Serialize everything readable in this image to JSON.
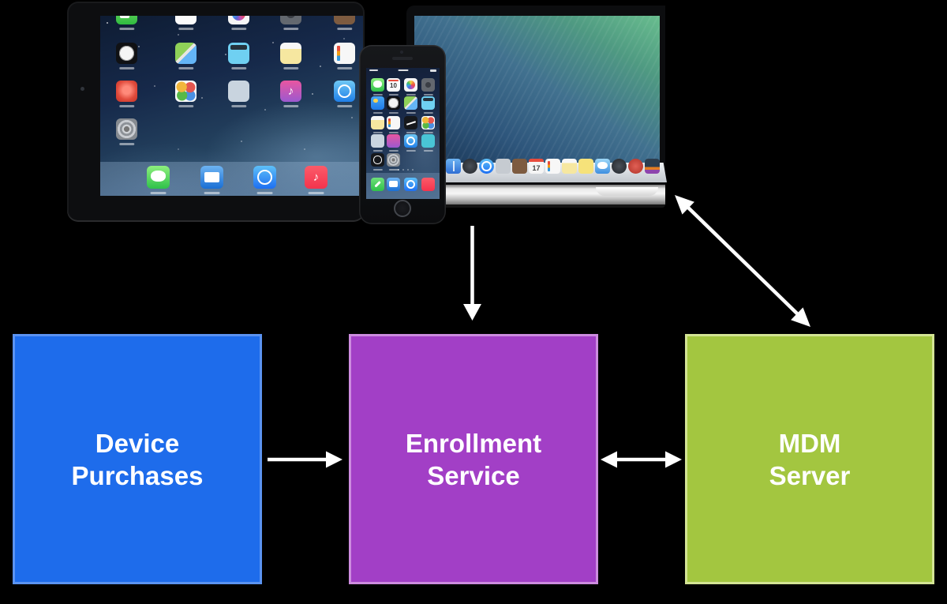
{
  "canvas": {
    "background": "#000000"
  },
  "diagram": {
    "boxes": [
      {
        "id": "device-purchases",
        "label": "Device\nPurchases",
        "fill": "#1E6CEB",
        "border": "#5B93F1",
        "text_color": "#FFFFFF"
      },
      {
        "id": "enrollment-service",
        "label": "Enrollment\nService",
        "fill": "#A23FC6",
        "border": "#CD8CDF",
        "text_color": "#FFFFFF"
      },
      {
        "id": "mdm-server",
        "label": "MDM\nServer",
        "fill": "#A3C640",
        "border": "#D3E494",
        "text_color": "#FFFFFF"
      }
    ],
    "arrows": [
      {
        "id": "devices-to-enrollment-service",
        "from": "apple-devices",
        "to": "enrollment-service",
        "direction": "down",
        "double_headed": false,
        "color": "#FFFFFF"
      },
      {
        "id": "device-purchases-to-enrollment-service",
        "from": "device-purchases",
        "to": "enrollment-service",
        "direction": "right",
        "double_headed": false,
        "color": "#FFFFFF"
      },
      {
        "id": "enrollment-service-mdm-server",
        "from": "enrollment-service",
        "to": "mdm-server",
        "direction": "horizontal",
        "double_headed": true,
        "color": "#FFFFFF"
      },
      {
        "id": "mdm-server-devices",
        "from": "mdm-server",
        "to": "apple-devices",
        "direction": "diagonal",
        "double_headed": true,
        "color": "#FFFFFF"
      }
    ],
    "illustration": {
      "description": "iPad, iPhone and MacBook showing iOS 7 and OS X Mavericks home screens",
      "ipad": {
        "grid_icons": [
          "facetime",
          "calendar",
          "photos",
          "camera",
          "contacts",
          "clock",
          "maps",
          "videos",
          "notes",
          "reminders",
          "photo-booth",
          "game-center",
          "newsstand",
          "itunes-store",
          "app-store",
          "settings"
        ],
        "dock_icons": [
          "messages",
          "mail",
          "safari",
          "music"
        ]
      },
      "iphone": {
        "calendar_date": "10",
        "grid_icons": [
          "messages",
          "calendar",
          "photos",
          "camera",
          "weather",
          "clock",
          "maps",
          "videos",
          "notes",
          "reminders",
          "stocks",
          "game-center",
          "newsstand",
          "itunes-store",
          "app-store",
          "passbook",
          "compass",
          "settings"
        ],
        "dock_icons": [
          "phone",
          "mail",
          "safari",
          "music"
        ]
      },
      "macbook": {
        "calendar_date": "17",
        "dock_icons": [
          "finder",
          "launchpad",
          "safari",
          "preview",
          "contacts",
          "calendar",
          "reminders",
          "notes",
          "stickies",
          "messages",
          "photo-booth",
          "dvd-player",
          "iphoto"
        ]
      }
    }
  }
}
